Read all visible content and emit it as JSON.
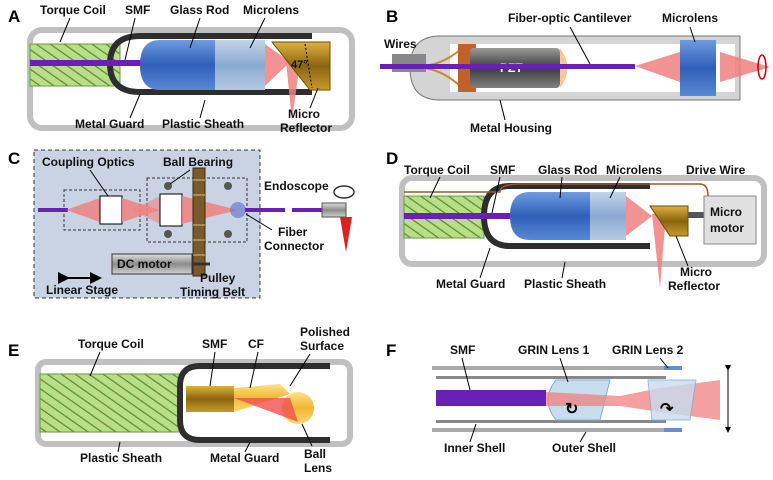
{
  "panels": {
    "A": {
      "letter": "A",
      "labels": {
        "torque_coil": "Torque Coil",
        "smf": "SMF",
        "glass_rod": "Glass Rod",
        "microlens": "Microlens",
        "metal_guard": "Metal Guard",
        "plastic_sheath": "Plastic Sheath",
        "micro_reflector_1": "Micro",
        "micro_reflector_2": "Reflector",
        "angle": "47°"
      }
    },
    "B": {
      "letter": "B",
      "labels": {
        "wires": "Wires",
        "cantilever": "Fiber-optic Cantilever",
        "microlens": "Microlens",
        "pzt": "PZT",
        "housing": "Metal Housing"
      }
    },
    "C": {
      "letter": "C",
      "labels": {
        "coupling_optics": "Coupling Optics",
        "ball_bearing": "Ball Bearing",
        "endoscope": "Endoscope",
        "fiber_connector_1": "Fiber",
        "fiber_connector_2": "Connector",
        "dc_motor": "DC motor",
        "linear_stage": "Linear Stage",
        "pulley": "Pulley",
        "timing_belt": "Timing Belt"
      }
    },
    "D": {
      "letter": "D",
      "labels": {
        "torque_coil": "Torque Coil",
        "smf": "SMF",
        "glass_rod": "Glass Rod",
        "microlens": "Microlens",
        "drive_wire": "Drive Wire",
        "micro_motor_1": "Micro",
        "micro_motor_2": "motor",
        "metal_guard": "Metal Guard",
        "plastic_sheath": "Plastic Sheath",
        "micro_reflector_1": "Micro",
        "micro_reflector_2": "Reflector"
      }
    },
    "E": {
      "letter": "E",
      "labels": {
        "torque_coil": "Torque Coil",
        "smf": "SMF",
        "cf": "CF",
        "polished_1": "Polished",
        "polished_2": "Surface",
        "plastic_sheath": "Plastic Sheath",
        "metal_guard": "Metal Guard",
        "ball_1": "Ball",
        "ball_2": "Lens"
      }
    },
    "F": {
      "letter": "F",
      "labels": {
        "smf": "SMF",
        "grin1": "GRIN Lens 1",
        "grin2": "GRIN Lens 2",
        "inner_shell": "Inner Shell",
        "outer_shell": "Outer Shell"
      }
    }
  },
  "colors": {
    "coil_green": "#9ccc65",
    "fiber_purple": "#6a1fb5",
    "rod_blue": "#3a6fc9",
    "lens_blue": "#8fb0d6",
    "beam_pink": "#f08080",
    "reflector_gold": "#b8860b",
    "sheath_gray": "#c8c8c8",
    "guard_dark": "#333333",
    "pzt_gray": "#555555",
    "panel_c_bg": "#c9d3e3"
  }
}
